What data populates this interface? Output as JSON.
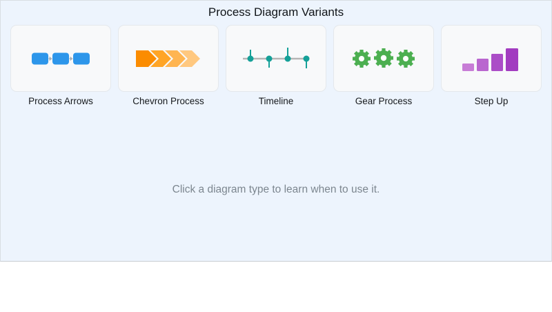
{
  "title": "Process Diagram Variants",
  "instruction": "Click a diagram type to learn when to use it.",
  "colors": {
    "page_bg": "#ffffff",
    "panel_bg": "#edf4fd",
    "panel_border": "#d9dee3",
    "panel_bottom_border": "#c8cdd2",
    "card_bg": "#f8f9fa",
    "card_border": "#e4e8ec",
    "title_text": "#101418",
    "label_text": "#15181b",
    "muted_text": "#7c868f"
  },
  "cards": [
    {
      "label": "Process Arrows",
      "icon": "process-arrows-icon",
      "icon_colors": {
        "box": "#2d96ea",
        "connector": "#a9b0b6"
      }
    },
    {
      "label": "Chevron Process",
      "icon": "chevron-process-icon",
      "icon_colors": {
        "step1": "#fb8c00",
        "step2": "#ffa526",
        "step3": "#ffb551",
        "step4": "#ffc87f"
      }
    },
    {
      "label": "Timeline",
      "icon": "timeline-icon",
      "icon_colors": {
        "line": "#b5b5b5",
        "node": "#14a098"
      }
    },
    {
      "label": "Gear Process",
      "icon": "gear-process-icon",
      "icon_colors": {
        "gear": "#4caf50",
        "hole": "#ffffff"
      }
    },
    {
      "label": "Step Up",
      "icon": "step-up-icon",
      "icon_colors": {
        "bar1": "#c77dd6",
        "bar2": "#b966cf",
        "bar3": "#ab4dc7",
        "bar4": "#a23cc0"
      }
    }
  ]
}
